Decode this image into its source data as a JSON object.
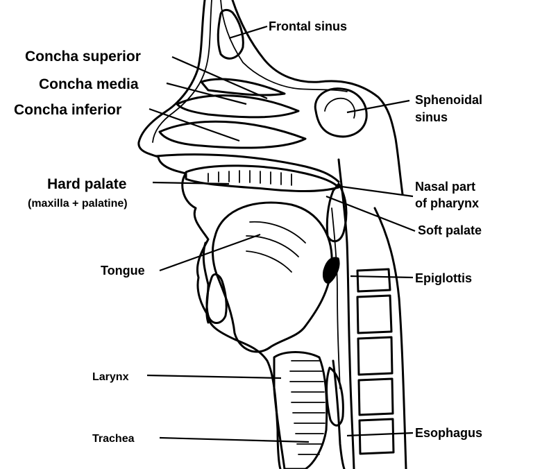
{
  "labels": {
    "frontal_sinus": "Frontal sinus",
    "concha_superior": "Concha  superior",
    "concha_media": "Concha media",
    "concha_inferior": "Concha inferior",
    "sphenoidal_sinus_line1": "Sphenoidal",
    "sphenoidal_sinus_line2": "sinus",
    "hard_palate": "Hard palate",
    "hard_palate_sub": "(maxilla + palatine)",
    "nasal_part_line1": "Nasal part",
    "nasal_part_line2": "of pharynx",
    "soft_palate": "Soft palate",
    "tongue": "Tongue",
    "epiglottis": "Epiglottis",
    "larynx": "Larynx",
    "trachea": "Trachea",
    "esophagus": "Esophagus"
  }
}
